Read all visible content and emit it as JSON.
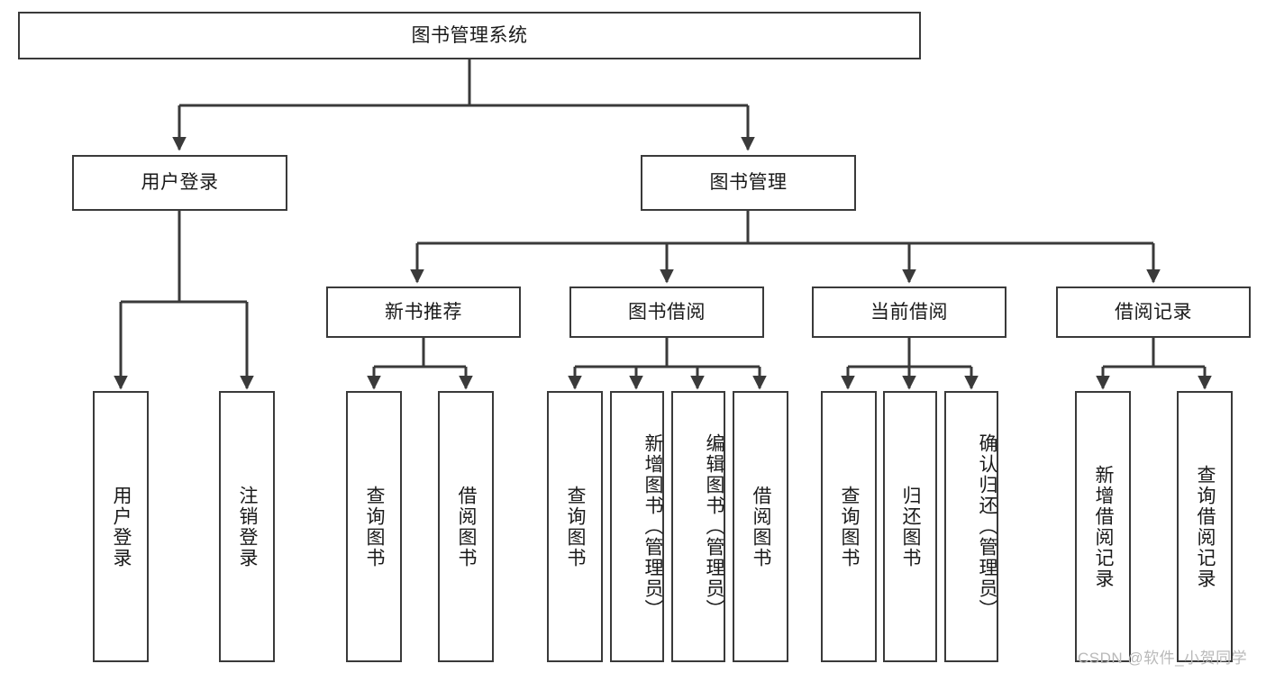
{
  "diagram": {
    "title": "图书管理系统",
    "type": "tree-hierarchy",
    "root": {
      "label": "图书管理系统"
    },
    "level2": [
      {
        "label": "用户登录"
      },
      {
        "label": "图书管理"
      }
    ],
    "level3": [
      {
        "label": "新书推荐"
      },
      {
        "label": "图书借阅"
      },
      {
        "label": "当前借阅"
      },
      {
        "label": "借阅记录"
      }
    ],
    "leaves": {
      "user_login": [
        {
          "label": "用户登录"
        },
        {
          "label": "注销登录"
        }
      ],
      "new_book_recommend": [
        {
          "label": "查询图书"
        },
        {
          "label": "借阅图书"
        }
      ],
      "book_borrow": [
        {
          "label": "查询图书"
        },
        {
          "label": "新增图书（管理员）"
        },
        {
          "label": "编辑图书（管理员）"
        },
        {
          "label": "借阅图书"
        }
      ],
      "current_borrow": [
        {
          "label": "查询图书"
        },
        {
          "label": "归还图书"
        },
        {
          "label": "确认归还（管理员）"
        }
      ],
      "borrow_record": [
        {
          "label": "新增借阅记录"
        },
        {
          "label": "查询借阅记录"
        }
      ]
    }
  },
  "watermark": {
    "text": "CSDN @软件_小贺同学"
  },
  "colors": {
    "box_border": "#3a3a3a",
    "box_fill": "#ffffff",
    "edge": "#3a3a3a",
    "text": "#1a1a1a",
    "watermark": "#b9b9b9"
  }
}
